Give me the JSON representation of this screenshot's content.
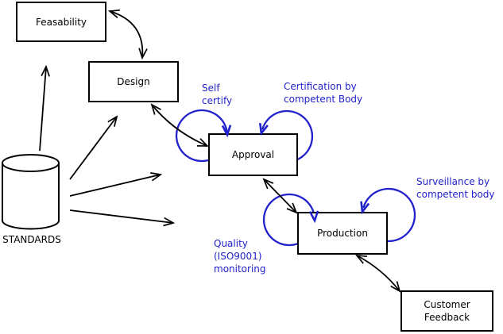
{
  "diagram": {
    "type": "process-flow-diagram",
    "colors": {
      "line_black": "#000000",
      "annotation_blue": "#2222cc",
      "box_fill": "#ffffff"
    },
    "nodes": {
      "feasability": {
        "label": "Feasability"
      },
      "design": {
        "label": "Design"
      },
      "approval": {
        "label": "Approval"
      },
      "production": {
        "label": "Production"
      },
      "customer_feedback": {
        "label": "Customer\nFeedback"
      },
      "standards": {
        "label": "STANDARDS"
      }
    },
    "annotations": {
      "self_certify": {
        "label": "Self\ncertify"
      },
      "certification": {
        "label": "Certification by\ncompetent Body"
      },
      "surveillance": {
        "label": "Surveillance by\ncompetent body"
      },
      "quality": {
        "label": "Quality\n(ISO9001)\nmonitoring"
      }
    }
  }
}
